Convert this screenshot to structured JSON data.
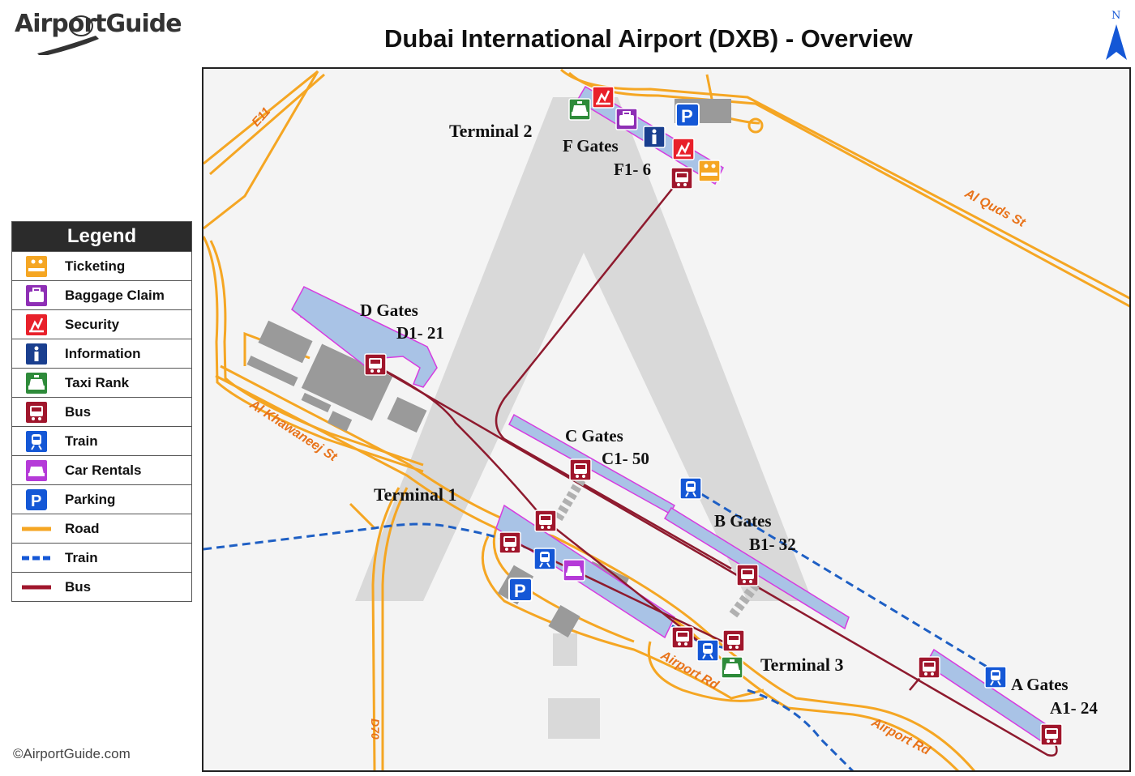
{
  "header": {
    "logo_text": "AirportGuide",
    "title": "Dubai International Airport (DXB) - Overview",
    "north_label": "N"
  },
  "legend": {
    "title": "Legend",
    "items": [
      {
        "icon": "ticketing-icon",
        "label": "Ticketing",
        "color": "#f5a623"
      },
      {
        "icon": "baggage-claim-icon",
        "label": "Baggage Claim",
        "color": "#8e2fb5"
      },
      {
        "icon": "security-icon",
        "label": "Security",
        "color": "#e8202a"
      },
      {
        "icon": "information-icon",
        "label": "Information",
        "color": "#1a3f8f"
      },
      {
        "icon": "taxi-rank-icon",
        "label": "Taxi Rank",
        "color": "#2e8b3a"
      },
      {
        "icon": "bus-icon",
        "label": "Bus",
        "color": "#a0162c"
      },
      {
        "icon": "train-icon",
        "label": "Train",
        "color": "#1457d6"
      },
      {
        "icon": "car-rentals-icon",
        "label": "Car Rentals",
        "color": "#b53ad8"
      },
      {
        "icon": "parking-icon",
        "label": "Parking",
        "color": "#1457d6"
      },
      {
        "icon": "road-line-icon",
        "label": "Road",
        "color": "#f5a623"
      },
      {
        "icon": "train-line-icon",
        "label": "Train",
        "color": "#1457d6"
      },
      {
        "icon": "bus-line-icon",
        "label": "Bus",
        "color": "#a0162c"
      }
    ]
  },
  "map": {
    "terminals": {
      "t1": "Terminal 1",
      "t2": "Terminal 2",
      "t3": "Terminal 3"
    },
    "gates": {
      "a_name": "A Gates",
      "a_range": "A1- 24",
      "b_name": "B Gates",
      "b_range": "B1- 32",
      "c_name": "C Gates",
      "c_range": "C1- 50",
      "d_name": "D Gates",
      "d_range": "D1- 21",
      "f_name": "F Gates",
      "f_range": "F1- 6"
    },
    "roads": {
      "e11": "E11",
      "al_quds": "Al Quds St",
      "al_khawaneej": "Al Khawaneej St",
      "airport_rd_1": "Airport Rd",
      "airport_rd_2": "Airport Rd",
      "d70": "D70"
    }
  },
  "footer": {
    "copyright": "©AirportGuide.com"
  },
  "colors": {
    "road": "#f5a623",
    "train": "#1e5fc4",
    "bus": "#8e1a2e",
    "terminal_fill": "#a9c3e6",
    "terminal_border": "#d63ce0",
    "building": "#9a9a9a",
    "runway": "#d9d9d9"
  }
}
